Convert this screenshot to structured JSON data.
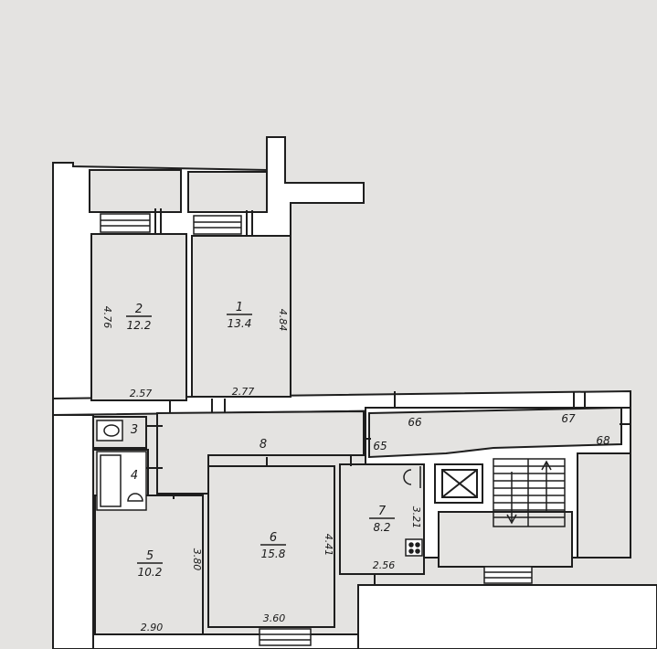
{
  "colors": {
    "wall": "#ffffff",
    "ink": "#1e1e1e",
    "paper": "#e4e3e1"
  },
  "rooms": [
    {
      "num": "2",
      "area": "12.2"
    },
    {
      "num": "1",
      "area": "13.4"
    },
    {
      "num": "6",
      "area": "15.8"
    },
    {
      "num": "7",
      "area": "8.2"
    },
    {
      "num": "5",
      "area": "10.2"
    }
  ],
  "small_rooms": [
    "3",
    "4",
    "8"
  ],
  "dimensions": {
    "room2_height": "4.76",
    "room1_height": "4.84",
    "room2_width": "2.57",
    "room1_width": "2.77",
    "room7_height": "3.21",
    "room7_width": "2.56",
    "room6_height": "4.41",
    "room6_width": "3.60",
    "room5_height": "3.80",
    "room5_width": "2.90"
  },
  "codes": [
    "66",
    "67",
    "68",
    "65"
  ],
  "icons": [
    "bathtub-icon",
    "toilet-icon",
    "sink-icon",
    "stove-icon",
    "elevator-icon",
    "staircase-icon"
  ]
}
